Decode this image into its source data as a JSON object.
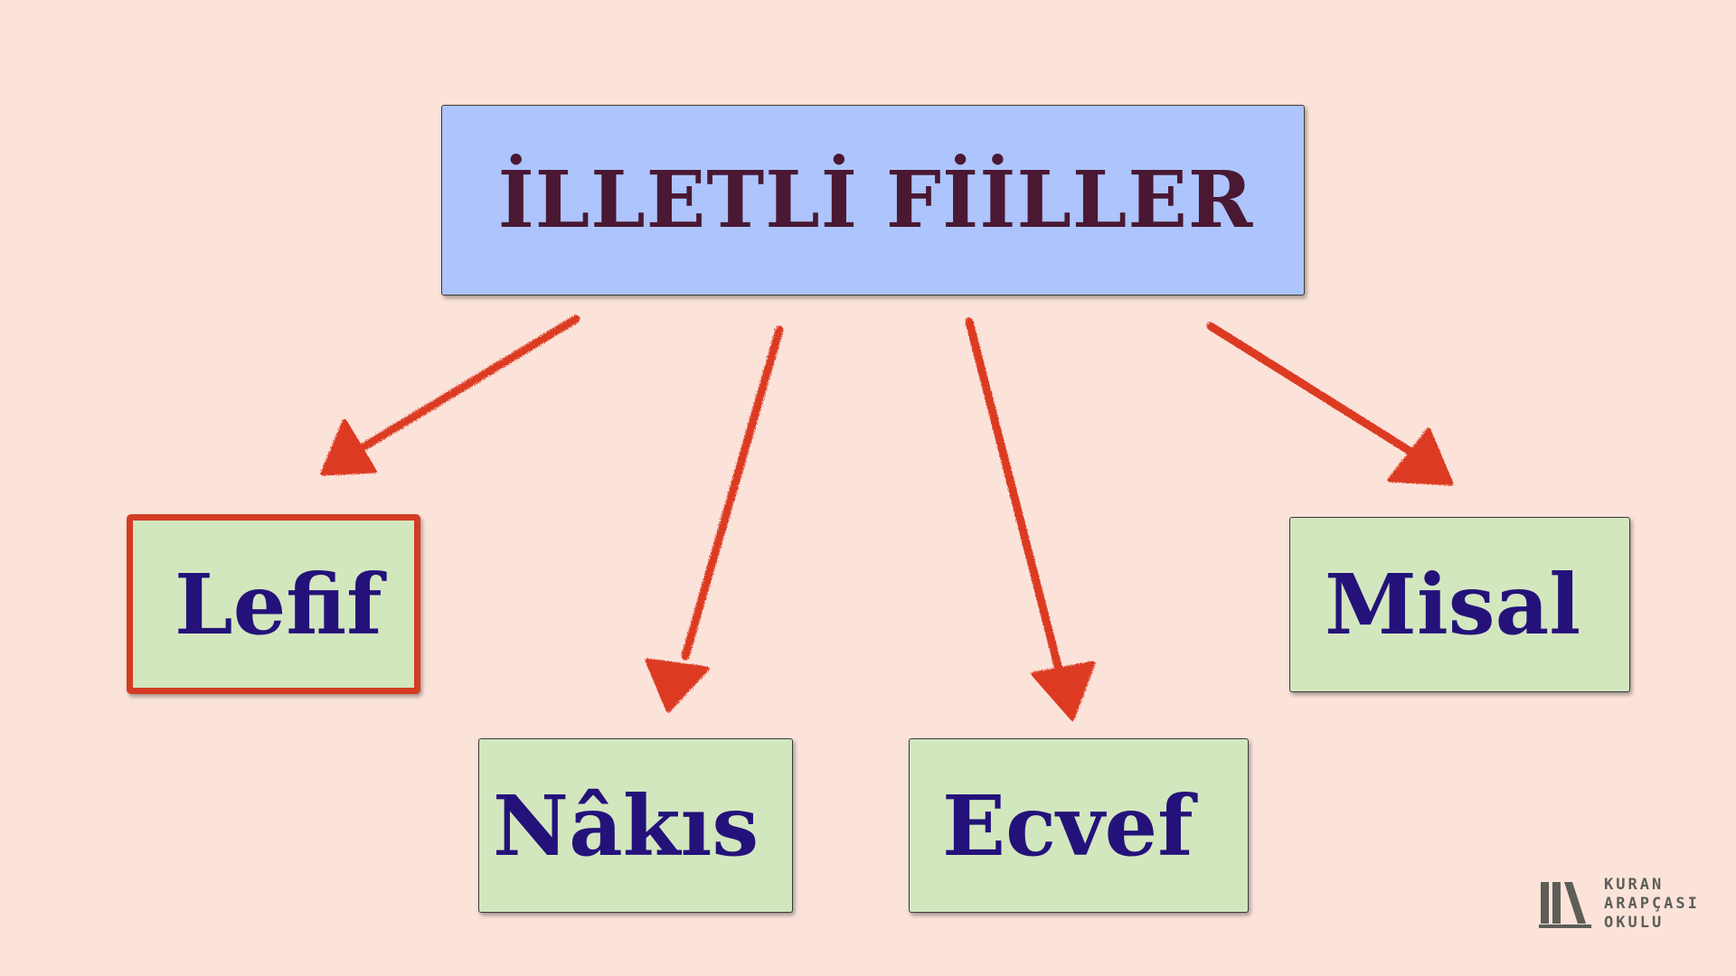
{
  "title": "İLLETLİ FİİLLER",
  "branches": [
    {
      "label": "Lefif",
      "highlighted": true
    },
    {
      "label": "Nâkıs",
      "highlighted": false
    },
    {
      "label": "Ecvef",
      "highlighted": false
    },
    {
      "label": "Misal",
      "highlighted": false
    }
  ],
  "colors": {
    "background": "#fbe3da",
    "title_box": "#adc4fd",
    "title_text": "#4a1833",
    "leaf_box": "#d3e7bf",
    "leaf_text": "#24127a",
    "arrow": "#dc3a24",
    "highlight_border": "#d33c22"
  },
  "logo": {
    "icon": "book-stack-icon",
    "lines": [
      "KURAN",
      "ARAPÇASI",
      "OKULU"
    ]
  }
}
